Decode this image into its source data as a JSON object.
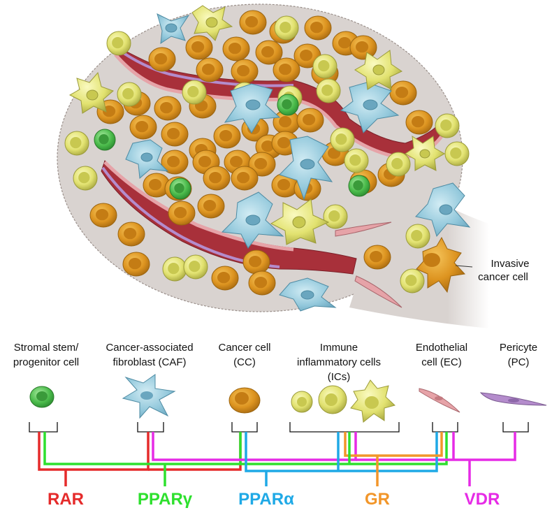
{
  "annotation": {
    "line1": "Invasive",
    "line2": "cancer cell"
  },
  "cell_types": [
    {
      "line1": "Stromal stem/",
      "line2": "progenitor cell",
      "line3": ""
    },
    {
      "line1": "Cancer-associated",
      "line2": "fibroblast (CAF)",
      "line3": ""
    },
    {
      "line1": "Cancer cell",
      "line2": "(CC)",
      "line3": ""
    },
    {
      "line1": "Immune",
      "line2": "inflammatory cells",
      "line3": "(ICs)"
    },
    {
      "line1": "Endothelial",
      "line2": "cell (EC)",
      "line3": ""
    },
    {
      "line1": "Pericyte",
      "line2": "(PC)",
      "line3": ""
    }
  ],
  "receptors": [
    {
      "label": "RAR",
      "color": "#e52b2b"
    },
    {
      "label": "PPARγ",
      "color": "#2ee02e"
    },
    {
      "label": "PPARα",
      "color": "#1fa9e6"
    },
    {
      "label": "GR",
      "color": "#f2962a"
    },
    {
      "label": "VDR",
      "color": "#e62be6"
    }
  ],
  "colors": {
    "tissue": "#d9d3d0",
    "vessel": "#a8303a",
    "cancer_cell": "#e09a25",
    "immune_cell": "#e4e476",
    "stromal_cell": "#4cbc4c",
    "caf": "#92c8dc",
    "endothelial": "#e6a3a8",
    "pericyte": "#b48ccc"
  }
}
